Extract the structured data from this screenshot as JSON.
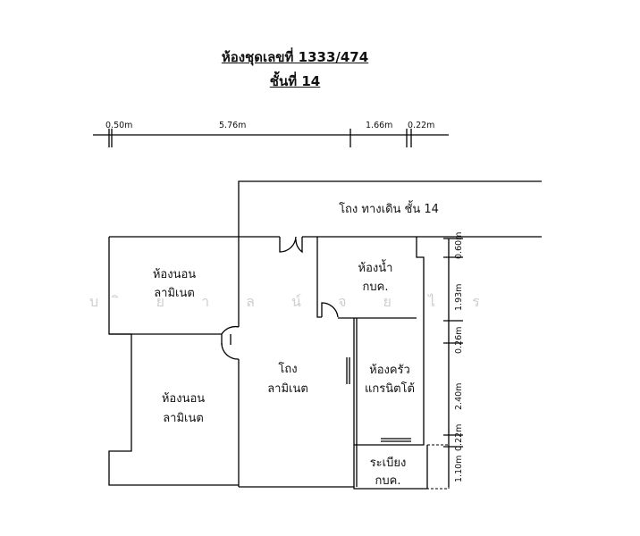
{
  "header": {
    "unit_title": "ห้องชุดเลขที่ 1333/474",
    "floor_title": "ชั้นที่ 14"
  },
  "top_dimensions": [
    "0.50m",
    "5.76m",
    "1.66m",
    "0.22m"
  ],
  "right_dimensions": [
    "0.60m",
    "1.93m",
    "0.26m",
    "2.40m",
    "0.22m",
    "1.10m"
  ],
  "rooms": {
    "corridor": "โถง ทางเดิน ชั้น 14",
    "bedroom1_name": "ห้องนอน",
    "bedroom1_floor": "ลามิเนต",
    "bedroom2_name": "ห้องนอน",
    "bedroom2_floor": "ลามิเนต",
    "bathroom_name": "ห้องน้ำ",
    "bathroom_floor": "กบค.",
    "hall_name": "โถง",
    "hall_floor": "ลามิเนต",
    "kitchen_name": "ห้องครัว",
    "kitchen_floor": "แกรนิตโต้",
    "balcony_name": "ระเบียง",
    "balcony_floor": "กบค."
  },
  "watermark": "บ ิ ย า ล น์ จ ย ไ ร"
}
